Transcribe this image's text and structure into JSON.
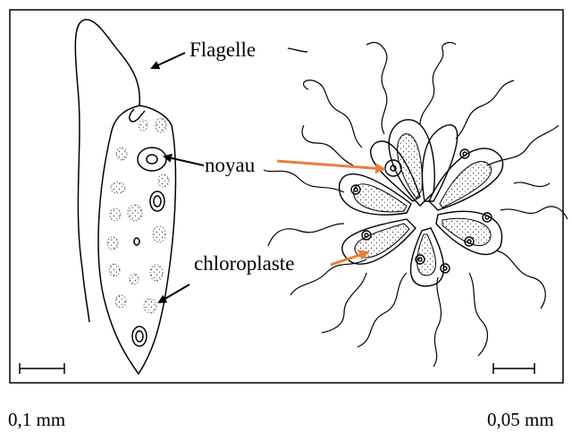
{
  "labels": {
    "flagelle": "Flagelle",
    "noyau": "noyau",
    "chloroplaste": "chloroplaste"
  },
  "scales": {
    "left": "0,1 mm",
    "right": "0,05 mm"
  },
  "colors": {
    "black_arrow": "#000000",
    "orange_arrow": "#E8803A"
  }
}
